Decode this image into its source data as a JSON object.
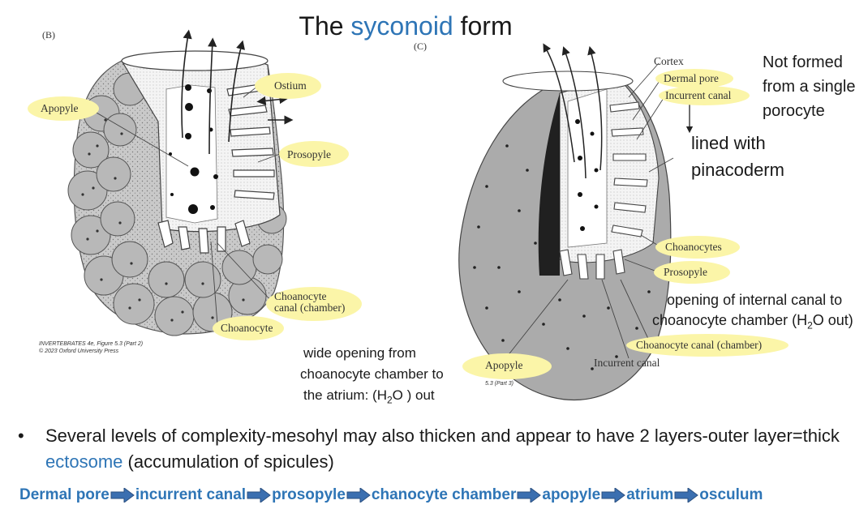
{
  "title": {
    "prefix": "The ",
    "accent": "syconoid",
    "suffix": " form"
  },
  "panels": {
    "b": "(B)",
    "c": "(C)"
  },
  "labels_b": {
    "ostium": "Ostium",
    "apopyle": "Apopyle",
    "prosopyle": "Prosopyle",
    "choanocyte_canal_line1": "Choanocyte",
    "choanocyte_canal_line2": "canal (chamber)",
    "choanocyte": "Choanocyte"
  },
  "credit_b": {
    "line1": "INVERTEBRATES 4e, Figure 5.3 (Part 2)",
    "line2": "© 2023 Oxford University Press"
  },
  "labels_c": {
    "cortex": "Cortex",
    "dermal_pore": "Dermal pore",
    "incurrent_canal_top": "Incurrent canal",
    "choanocytes": "Choanocytes",
    "prosopyle": "Prosopyle",
    "choanocyte_canal": "Choanocyte canal (chamber)",
    "incurrent_canal_bottom": "Incurrent canal",
    "apopyle": "Apopyle"
  },
  "credit_c": "5.3 (Part 3)",
  "notes": {
    "not_formed": [
      "Not formed",
      "from a single",
      "porocyte"
    ],
    "lined_with": [
      "lined with",
      "pinacoderm"
    ],
    "opening_internal": [
      "opening of internal canal to",
      "choanocyte chamber (H",
      "2",
      "O out)"
    ],
    "wide_opening": [
      "wide opening from",
      "choanocyte chamber to",
      "the atrium: (H",
      "2",
      "O ) out"
    ]
  },
  "bullet": {
    "symbol": "•",
    "before": "Several levels of complexity-mesohyl may also thicken and appear to have 2 layers-outer layer=thick ",
    "accent": "ectosome",
    "after": " (accumulation of spicules)"
  },
  "flow": [
    "Dermal pore",
    "incurrent canal",
    "prosopyle",
    "chanocyte chamber",
    "apopyle",
    "atrium",
    "osculum"
  ],
  "colors": {
    "accent": "#2e75b6",
    "highlight": "#fbf5a8",
    "arrow_fill": "#3b6fb0",
    "gray": "#8c8c8c"
  }
}
